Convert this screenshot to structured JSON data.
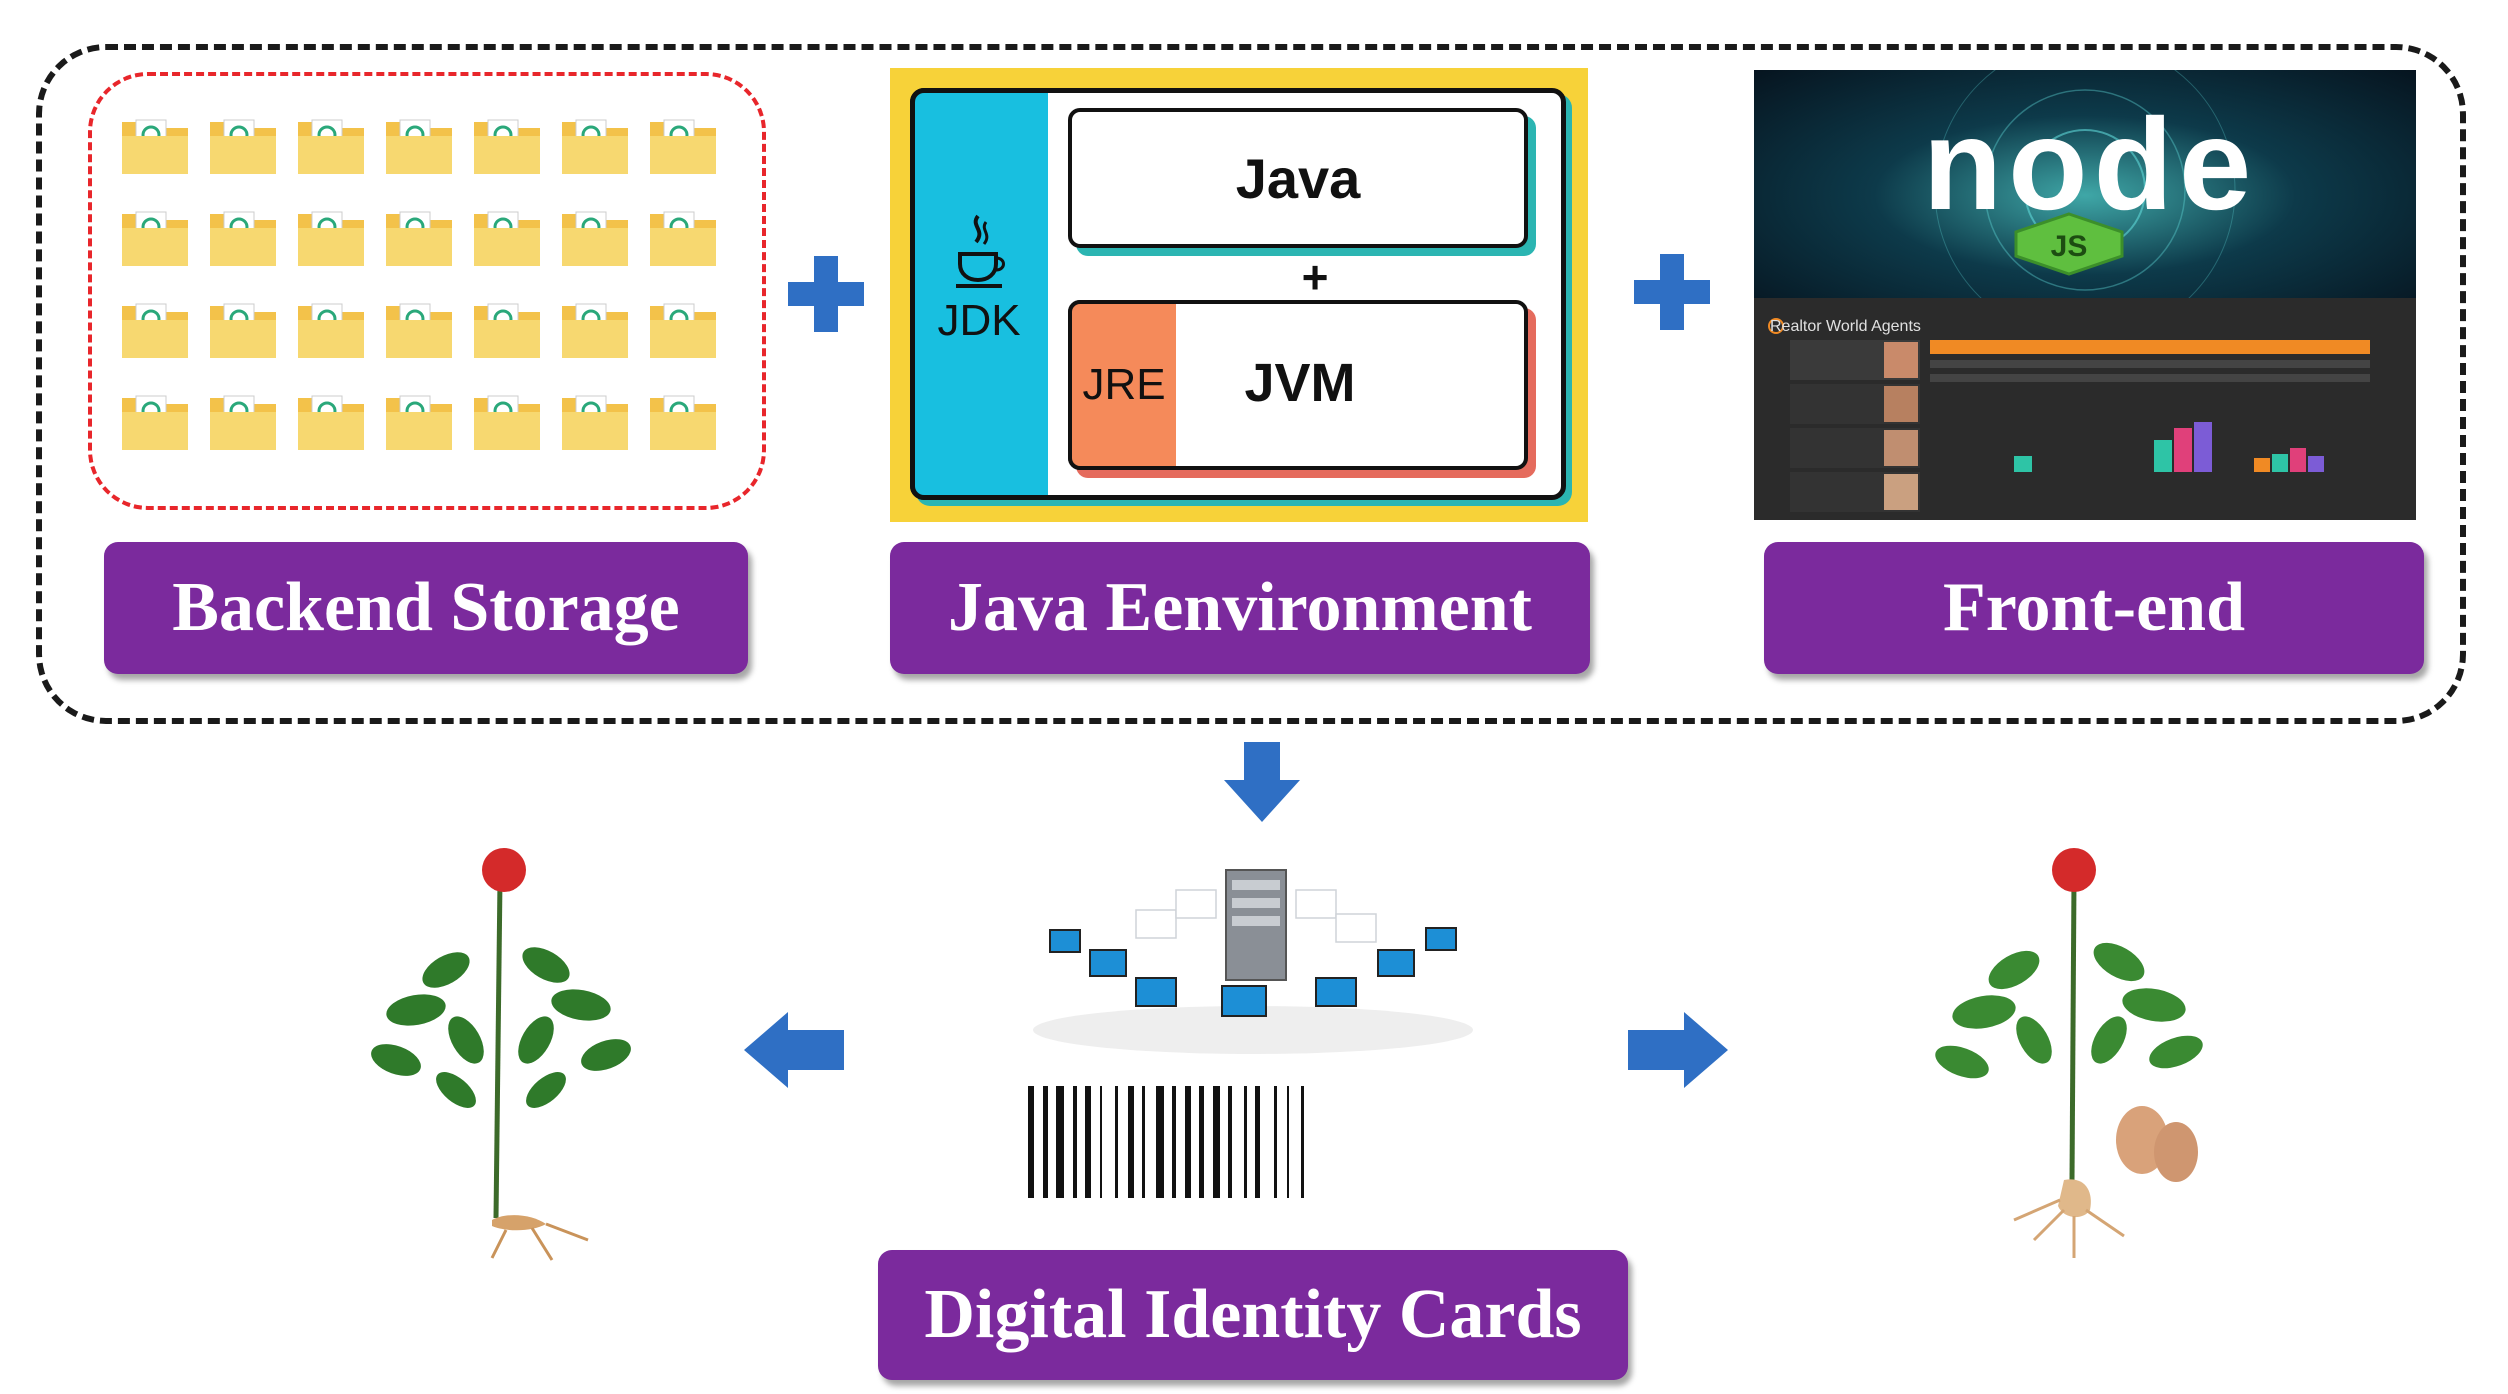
{
  "labels": {
    "backend": "Backend Storage",
    "java_env": "Java Eenvironment",
    "frontend": "Front-end",
    "cards": "Digital Identity Cards"
  },
  "java": {
    "java": "Java",
    "plus": "+",
    "jdk": "JDK",
    "jre": "JRE",
    "jvm": "JVM"
  },
  "frontend": {
    "logo_text": "node",
    "badge_text": "JS",
    "dashboard_title": "Realtor World Agents"
  },
  "colors": {
    "purple": "#7b2a9d",
    "arrow_blue": "#2f6fc4",
    "jdk_cyan": "#18bfe0",
    "jre_orange": "#f58a5a",
    "java_yellow": "#f7d239",
    "storage_red": "#e8262b"
  },
  "folder_grid": {
    "rows": 4,
    "cols": 7
  },
  "icons": [
    "folder-icon",
    "plus-icon",
    "java-cup-icon",
    "node-js-badge-icon",
    "arrow-down-icon",
    "arrow-left-icon",
    "arrow-right-icon",
    "server-network-icon",
    "barcode-icon",
    "ginseng-plant-icon"
  ]
}
